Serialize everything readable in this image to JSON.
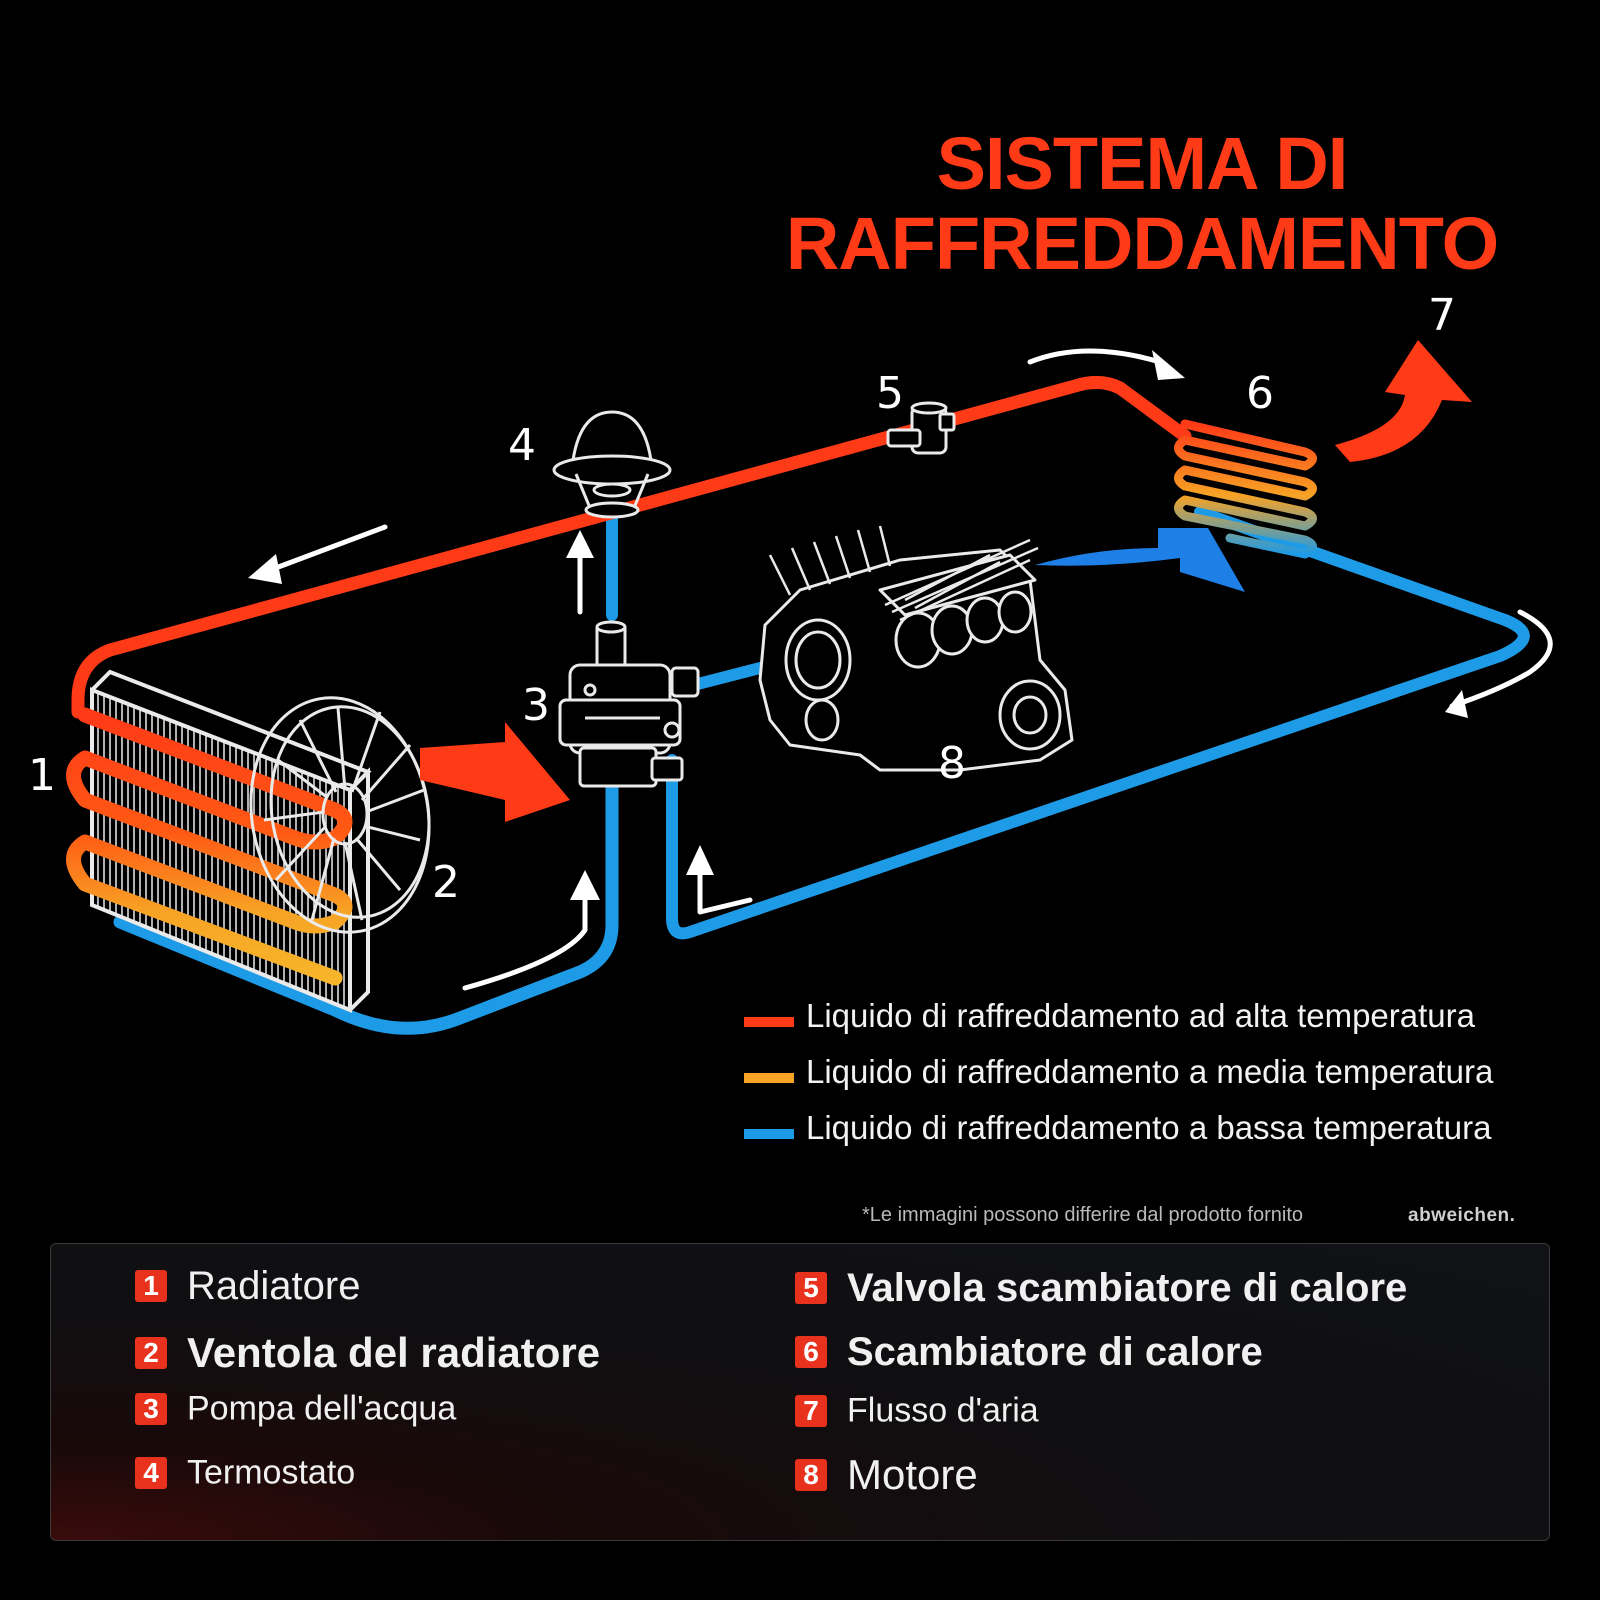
{
  "title": [
    "SISTEMA DI",
    "RAFFREDDAMENTO"
  ],
  "colors": {
    "hot": "#ff3a17",
    "medium": "#f7a325",
    "cold": "#1e9be6",
    "accent": "#e8321e"
  },
  "diagram_labels": {
    "n1": "1",
    "n2": "2",
    "n3": "3",
    "n4": "4",
    "n5": "5",
    "n6": "6",
    "n7": "7",
    "n8": "8"
  },
  "legend": [
    {
      "color": "#ff3a17",
      "text": "Liquido di raffreddamento ad alta temperatura"
    },
    {
      "color": "#f7a325",
      "text": "Liquido di raffreddamento a media temperatura"
    },
    {
      "color": "#1e9be6",
      "text": "Liquido di raffreddamento a bassa temperatura"
    }
  ],
  "disclaimer": "*Le immagini possono differire dal prodotto fornito",
  "brand": "abweichen.",
  "components": [
    {
      "num": "1",
      "label": "Radiatore"
    },
    {
      "num": "2",
      "label": "Ventola del radiatore"
    },
    {
      "num": "3",
      "label": "Pompa dell'acqua"
    },
    {
      "num": "4",
      "label": "Termostato"
    },
    {
      "num": "5",
      "label": "Valvola scambiatore di calore"
    },
    {
      "num": "6",
      "label": "Scambiatore di calore"
    },
    {
      "num": "7",
      "label": "Flusso d'aria"
    },
    {
      "num": "8",
      "label": "Motore"
    }
  ]
}
